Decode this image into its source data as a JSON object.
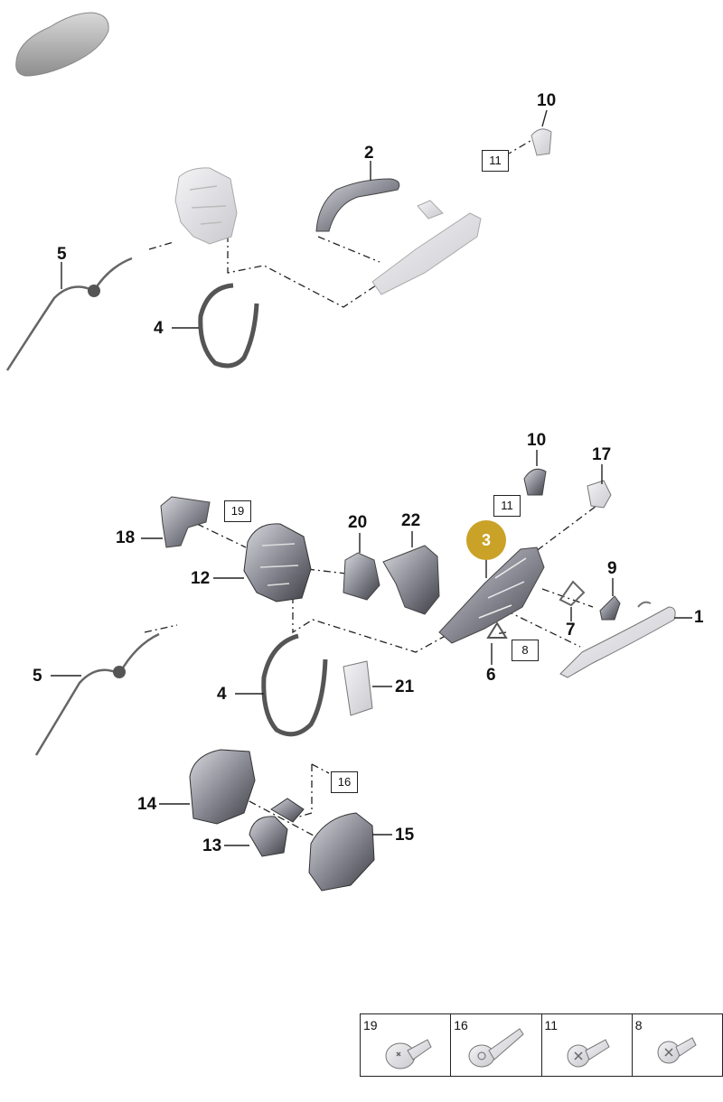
{
  "callouts": {
    "c1": "1",
    "c2": "2",
    "c3": "3",
    "c4a": "4",
    "c4b": "4",
    "c5a": "5",
    "c5b": "5",
    "c6": "6",
    "c7": "7",
    "c9": "9",
    "c10a": "10",
    "c10b": "10",
    "c12": "12",
    "c13": "13",
    "c14": "14",
    "c15": "15",
    "c17": "17",
    "c18": "18",
    "c20": "20",
    "c21": "21",
    "c22": "22"
  },
  "boxed_refs": {
    "b11a": "11",
    "b11b": "11",
    "b19": "19",
    "b8": "8",
    "b16": "16"
  },
  "legend": {
    "items": [
      {
        "num": "19",
        "icon": "flange-bolt-icon"
      },
      {
        "num": "16",
        "icon": "long-bolt-icon"
      },
      {
        "num": "11",
        "icon": "torx-screw-icon"
      },
      {
        "num": "8",
        "icon": "short-bolt-icon"
      }
    ]
  },
  "colors": {
    "highlight": "#c9a227",
    "part_light": "#e6e6e8",
    "part_dark": "#5a5a62"
  }
}
